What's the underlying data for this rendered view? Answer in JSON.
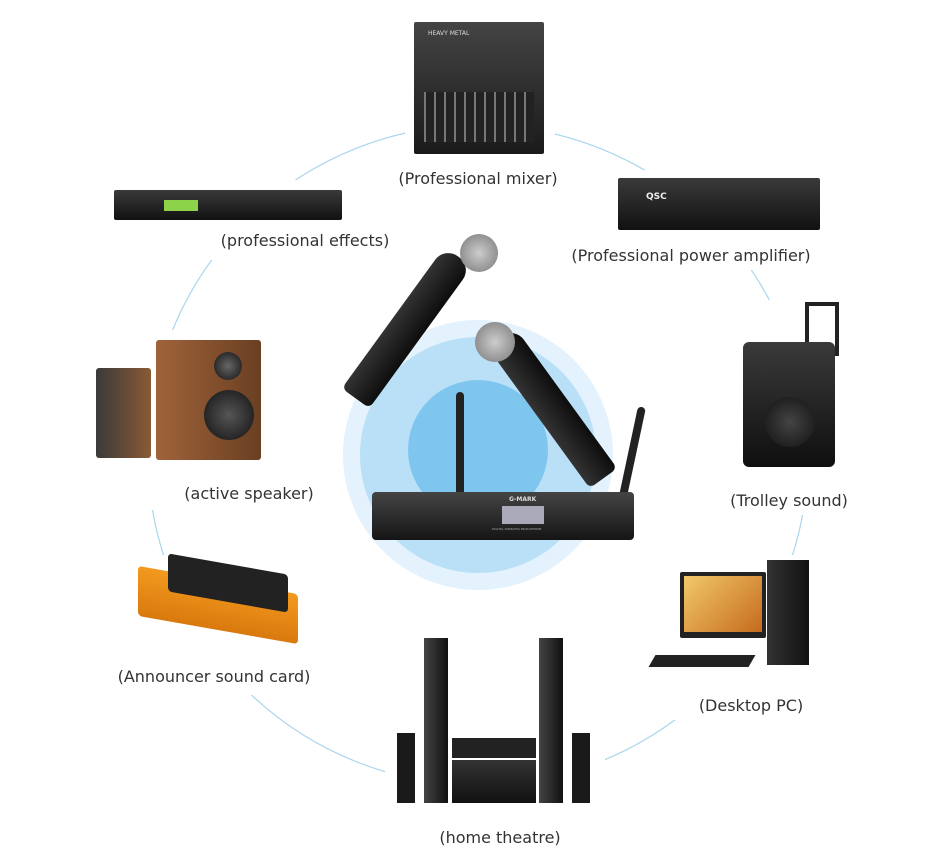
{
  "center": {
    "product_brand": "G-MARK",
    "product_caption": "DIGITAL WIRELESS MICROPHONE"
  },
  "devices": [
    {
      "id": "mixer",
      "label": "(Professional mixer)",
      "brand": "HEAVY METAL"
    },
    {
      "id": "amplifier",
      "label": "(Professional power amplifier)",
      "brand": "QSC"
    },
    {
      "id": "trolley",
      "label": "(Trolley sound)"
    },
    {
      "id": "desktop",
      "label": "(Desktop PC)"
    },
    {
      "id": "theatre",
      "label": "(home theatre)"
    },
    {
      "id": "soundcard",
      "label": "(Announcer sound card)"
    },
    {
      "id": "speaker",
      "label": "(active speaker)"
    },
    {
      "id": "effects",
      "label": "(professional effects)"
    }
  ],
  "colors": {
    "ring": "#a9d6ee",
    "glow_outer": "#dff0fb",
    "glow_inner": "#8fcdf2"
  }
}
